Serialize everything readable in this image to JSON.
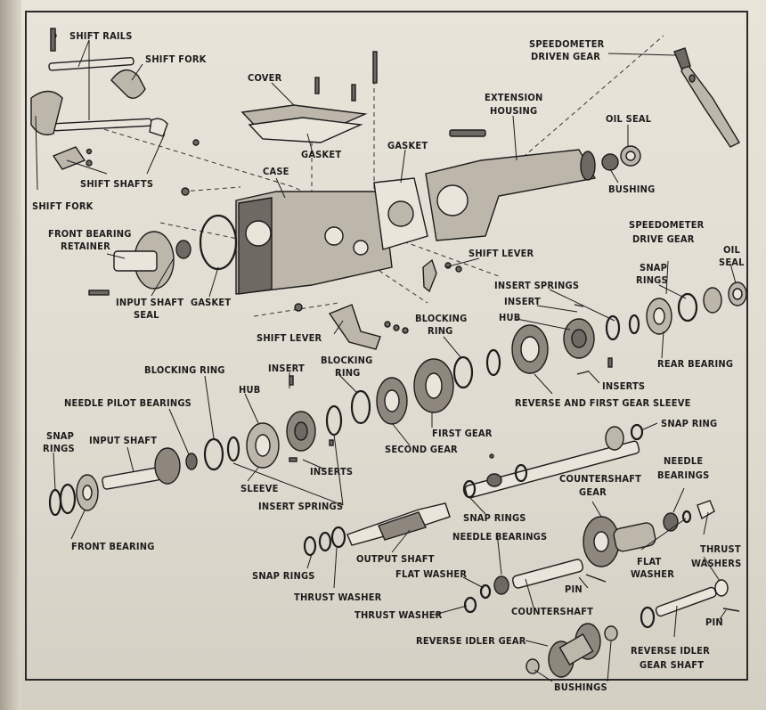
{
  "labels": {
    "shift_rails": "SHIFT RAILS",
    "shift_fork_top": "SHIFT FORK",
    "shift_fork_left": "SHIFT FORK",
    "shift_shafts": "SHIFT SHAFTS",
    "cover": "COVER",
    "gasket_cover": "GASKET",
    "case": "CASE",
    "gasket_housing": "GASKET",
    "extension_housing_1": "EXTENSION",
    "extension_housing_2": "HOUSING",
    "speedo_driven_1": "SPEEDOMETER",
    "speedo_driven_2": "DRIVEN GEAR",
    "oil_seal_top": "OIL SEAL",
    "bushing": "BUSHING",
    "front_bearing_retainer_1": "FRONT BEARING",
    "front_bearing_retainer_2": "RETAINER",
    "input_shaft_seal_1": "INPUT SHAFT",
    "input_shaft_seal_2": "SEAL",
    "gasket_front": "GASKET",
    "shift_lever_right": "SHIFT LEVER",
    "shift_lever_bottom": "SHIFT LEVER",
    "speedo_drive_1": "SPEEDOMETER",
    "speedo_drive_2": "DRIVE GEAR",
    "oil_seal_right_1": "OIL",
    "oil_seal_right_2": "SEAL",
    "snap_rings_right_1": "SNAP",
    "snap_rings_right_2": "RINGS",
    "insert_springs_top": "INSERT SPRINGS",
    "insert_top": "INSERT",
    "hub_top": "HUB",
    "blocking_ring_mid_1": "BLOCKING",
    "blocking_ring_mid_2": "RING",
    "rear_bearing": "REAR BEARING",
    "inserts_right": "INSERTS",
    "reverse_first_sleeve": "REVERSE AND FIRST GEAR SLEEVE",
    "blocking_ring_left": "BLOCKING RING",
    "insert_left": "INSERT",
    "blocking_ring_center_1": "BLOCKING",
    "blocking_ring_center_2": "RING",
    "hub_left": "HUB",
    "needle_pilot_bearings": "NEEDLE PILOT BEARINGS",
    "second_gear": "SECOND GEAR",
    "first_gear": "FIRST GEAR",
    "snap_rings_left_1": "SNAP",
    "snap_rings_left_2": "RINGS",
    "input_shaft": "INPUT SHAFT",
    "inserts_left": "INSERTS",
    "snap_ring_right": "SNAP RING",
    "sleeve": "SLEEVE",
    "insert_springs_bottom": "INSERT SPRINGS",
    "countershaft_gear_1": "COUNTERSHAFT",
    "countershaft_gear_2": "GEAR",
    "needle_bearings_right_1": "NEEDLE",
    "needle_bearings_right_2": "BEARINGS",
    "front_bearing": "FRONT BEARING",
    "snap_rings_mid": "SNAP RINGS",
    "needle_bearings_mid": "NEEDLE BEARINGS",
    "flat_washer_right_1": "FLAT",
    "flat_washer_right_2": "WASHER",
    "thrust_washers_1": "THRUST",
    "thrust_washers_2": "WASHERS",
    "snap_rings_bottom": "SNAP RINGS",
    "output_shaft": "OUTPUT SHAFT",
    "flat_washer_mid": "FLAT WASHER",
    "pin_mid": "PIN",
    "pin_right": "PIN",
    "thrust_washer_a": "THRUST WASHER",
    "thrust_washer_b": "THRUST WASHER",
    "countershaft": "COUNTERSHAFT",
    "reverse_idler_gear": "REVERSE IDLER GEAR",
    "reverse_idler_shaft_1": "REVERSE IDLER",
    "reverse_idler_shaft_2": "GEAR SHAFT",
    "bushings": "BUSHINGS"
  }
}
